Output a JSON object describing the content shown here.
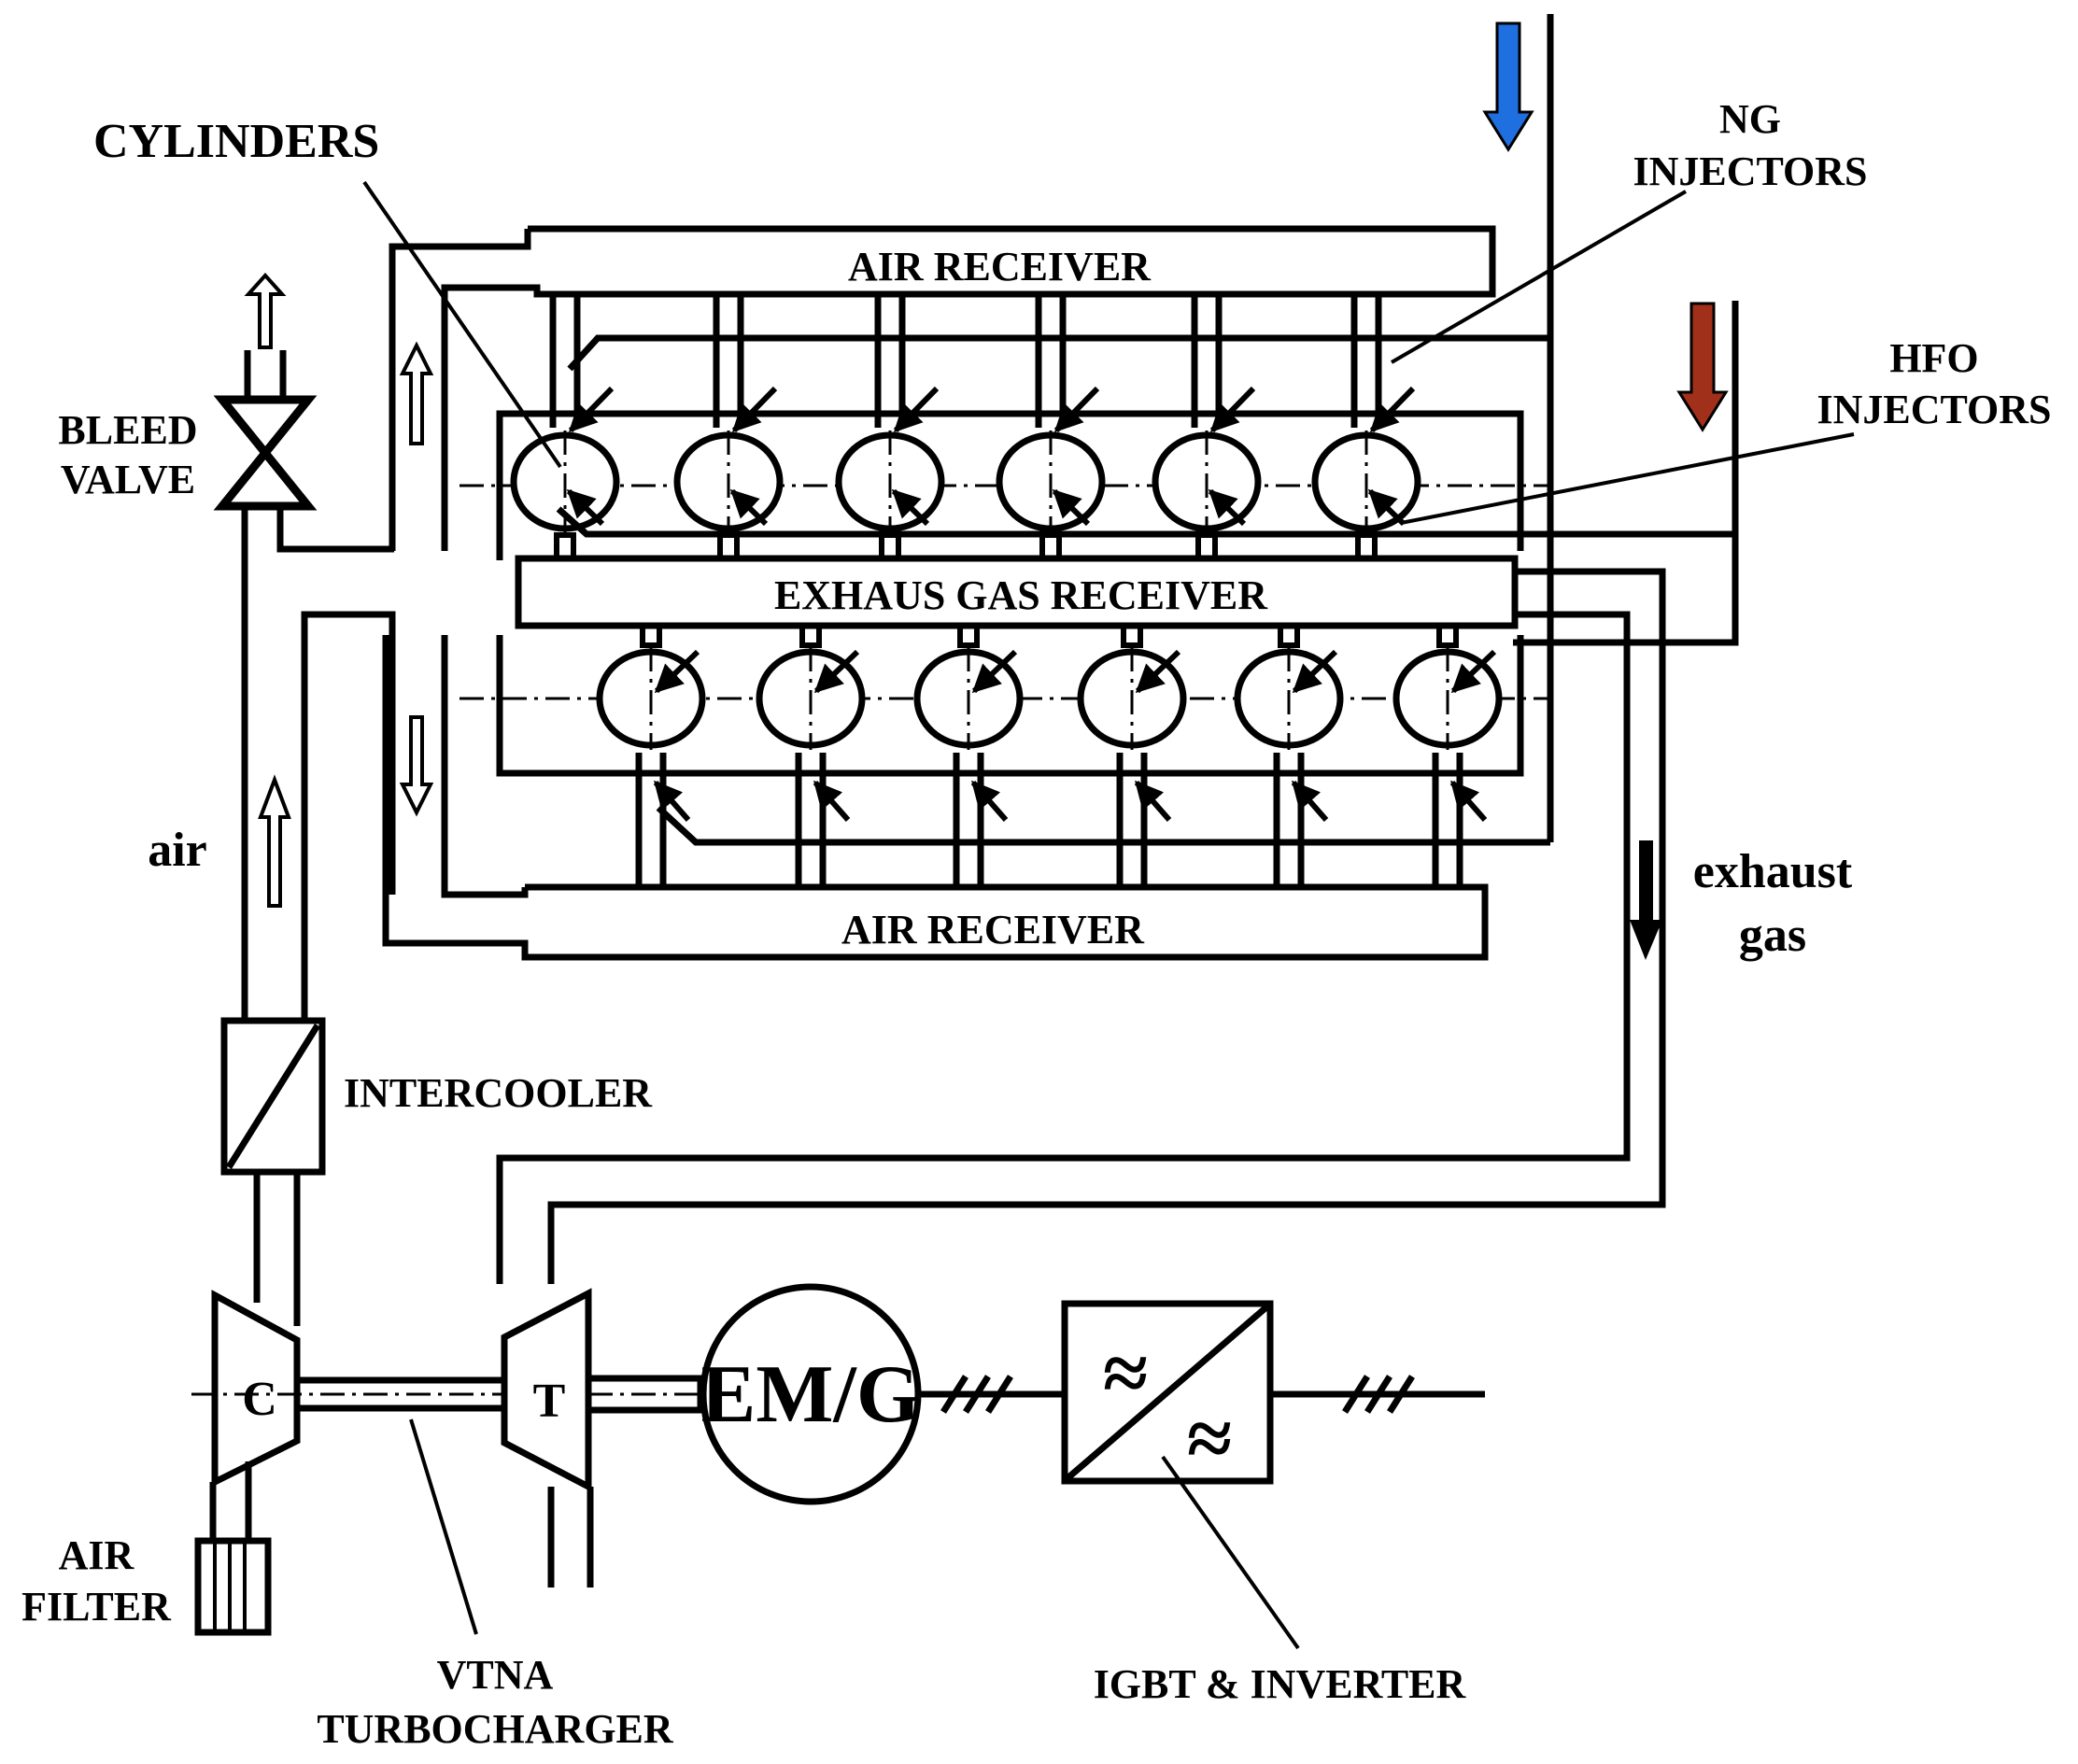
{
  "labels": {
    "cylinders": "CYLINDERS",
    "ng_injectors_1": "NG",
    "ng_injectors_2": "INJECTORS",
    "hfo_injectors_1": "HFO",
    "hfo_injectors_2": "INJECTORS",
    "air_receiver_top": "AIR RECEIVER",
    "air_receiver_bottom": "AIR RECEIVER",
    "exhaust_gas_receiver": "EXHAUS GAS RECEIVER",
    "bleed_valve_1": "BLEED",
    "bleed_valve_2": "VALVE",
    "air": "air",
    "intercooler": "INTERCOOLER",
    "exhaust_gas_1": "exhaust",
    "exhaust_gas_2": "gas",
    "compressor": "C",
    "turbine": "T",
    "em_g": "EM/G",
    "air_filter_1": "AIR",
    "air_filter_2": "FILTER",
    "vtna_1": "VTNA",
    "vtna_2": "TURBOCHARGER",
    "igbt_inverter": "IGBT & INVERTER",
    "inverter_symbol_top": "≈",
    "inverter_symbol_bottom": "≈"
  },
  "colors": {
    "ng_arrow": "#1f6fe0",
    "hfo_arrow": "#a0301a",
    "line": "#000000"
  },
  "icons": {
    "ng_flow": "arrow-down-icon",
    "hfo_flow": "arrow-down-icon",
    "exhaust_flow": "arrow-down-icon",
    "air_flow": "hollow-arrow-up-icon",
    "bleed_flow": "hollow-arrow-up-icon",
    "bleed_valve": "valve-icon",
    "air_filter": "filter-icon",
    "inverter": "inverter-icon"
  }
}
